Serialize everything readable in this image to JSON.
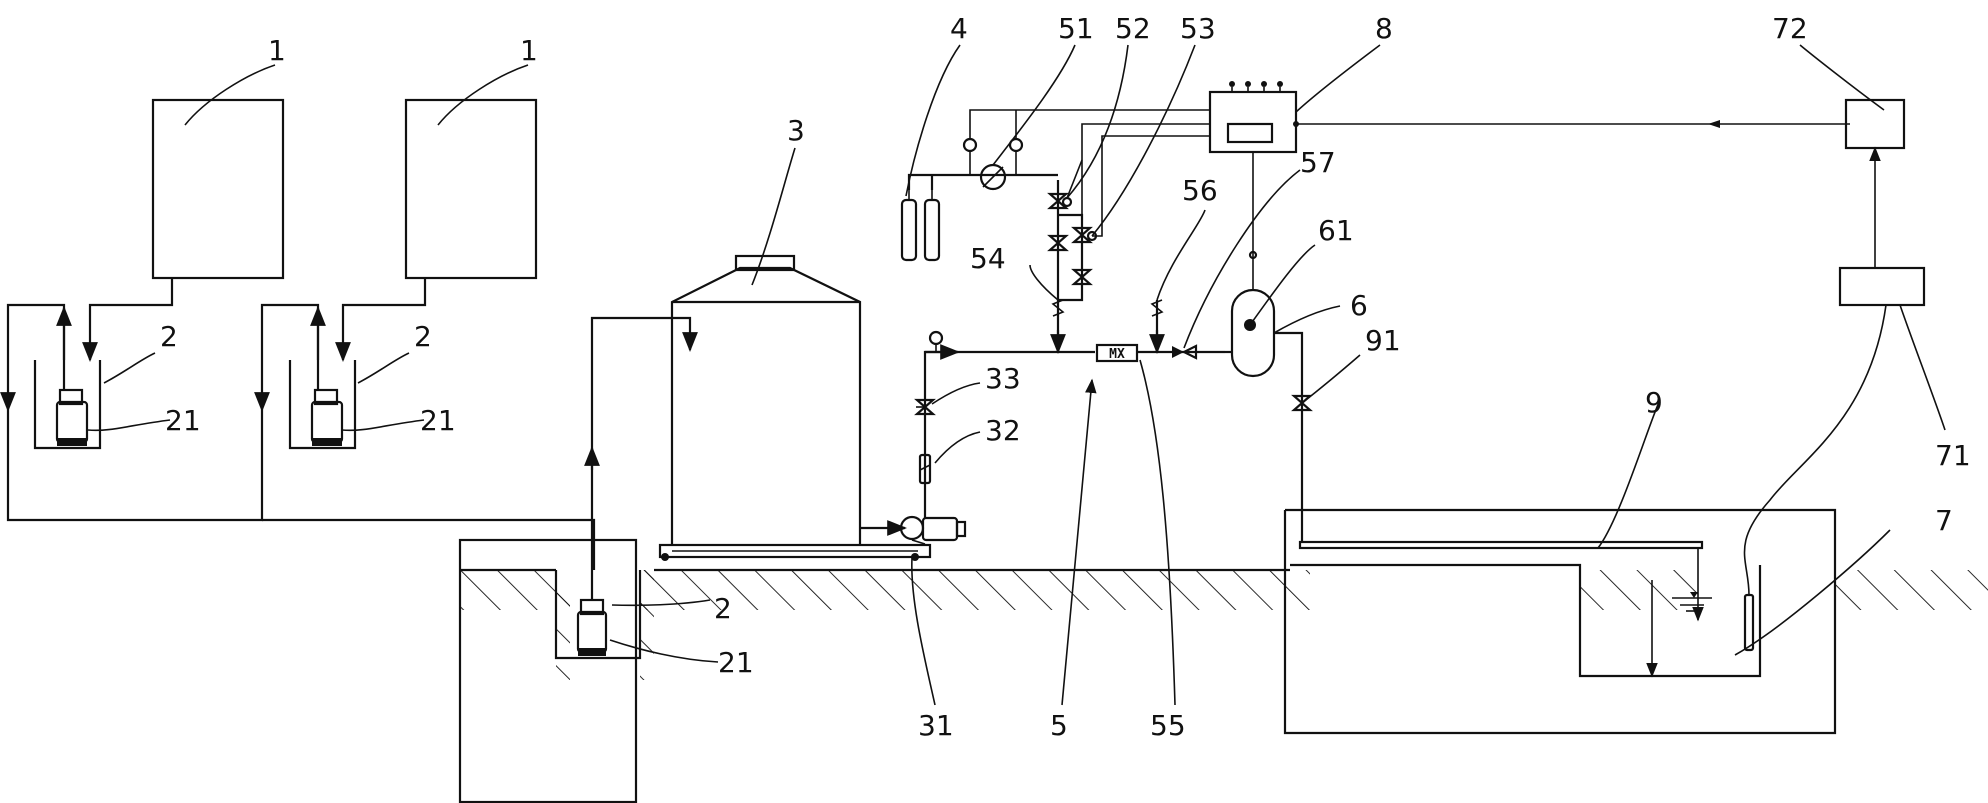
{
  "labels": {
    "l1a": "1",
    "l1b": "1",
    "l2a": "2",
    "l2b": "2",
    "l2c": "2",
    "l21a": "21",
    "l21b": "21",
    "l21c": "21",
    "l3": "3",
    "l31": "31",
    "l32": "32",
    "l33": "33",
    "l4": "4",
    "l5": "5",
    "l51": "51",
    "l52": "52",
    "l53": "53",
    "l54": "54",
    "l55": "55",
    "l56": "56",
    "l57": "57",
    "l6": "6",
    "l61": "61",
    "l7": "7",
    "l71": "71",
    "l72": "72",
    "l8": "8",
    "l9": "9",
    "l91": "91"
  },
  "mixer_text": "MX",
  "colors": {
    "line": "#111111",
    "background": "#ffffff"
  }
}
